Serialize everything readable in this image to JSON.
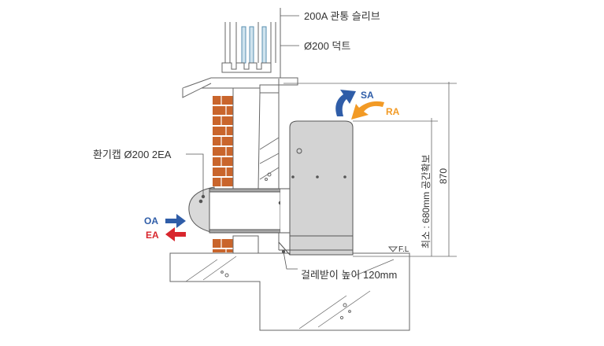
{
  "labels": {
    "sleeve": "200A 관통 슬리브",
    "duct": "Ø200 덕트",
    "vent_cap": "환기캡 Ø200 2EA",
    "sa": "SA",
    "ra": "RA",
    "oa": "OA",
    "ea": "EA",
    "fl": "F.L",
    "min_space": "최소 : 680mm 공간확보",
    "height": "870",
    "stand": "걸레받이 높이 120mm"
  },
  "colors": {
    "supply_blue": "#2f5da8",
    "return_orange": "#f29a25",
    "exhaust_red": "#d8262d",
    "brick": "#c9652c",
    "unit_gray": "#d3d3d3",
    "line": "#555555"
  },
  "icons": {
    "sa_arrow": "curved-arrow-up-icon",
    "ra_arrow": "curved-arrow-down-icon",
    "oa_arrow": "arrow-right-icon",
    "ea_arrow": "arrow-left-icon",
    "fl_marker": "triangle-down-icon"
  }
}
